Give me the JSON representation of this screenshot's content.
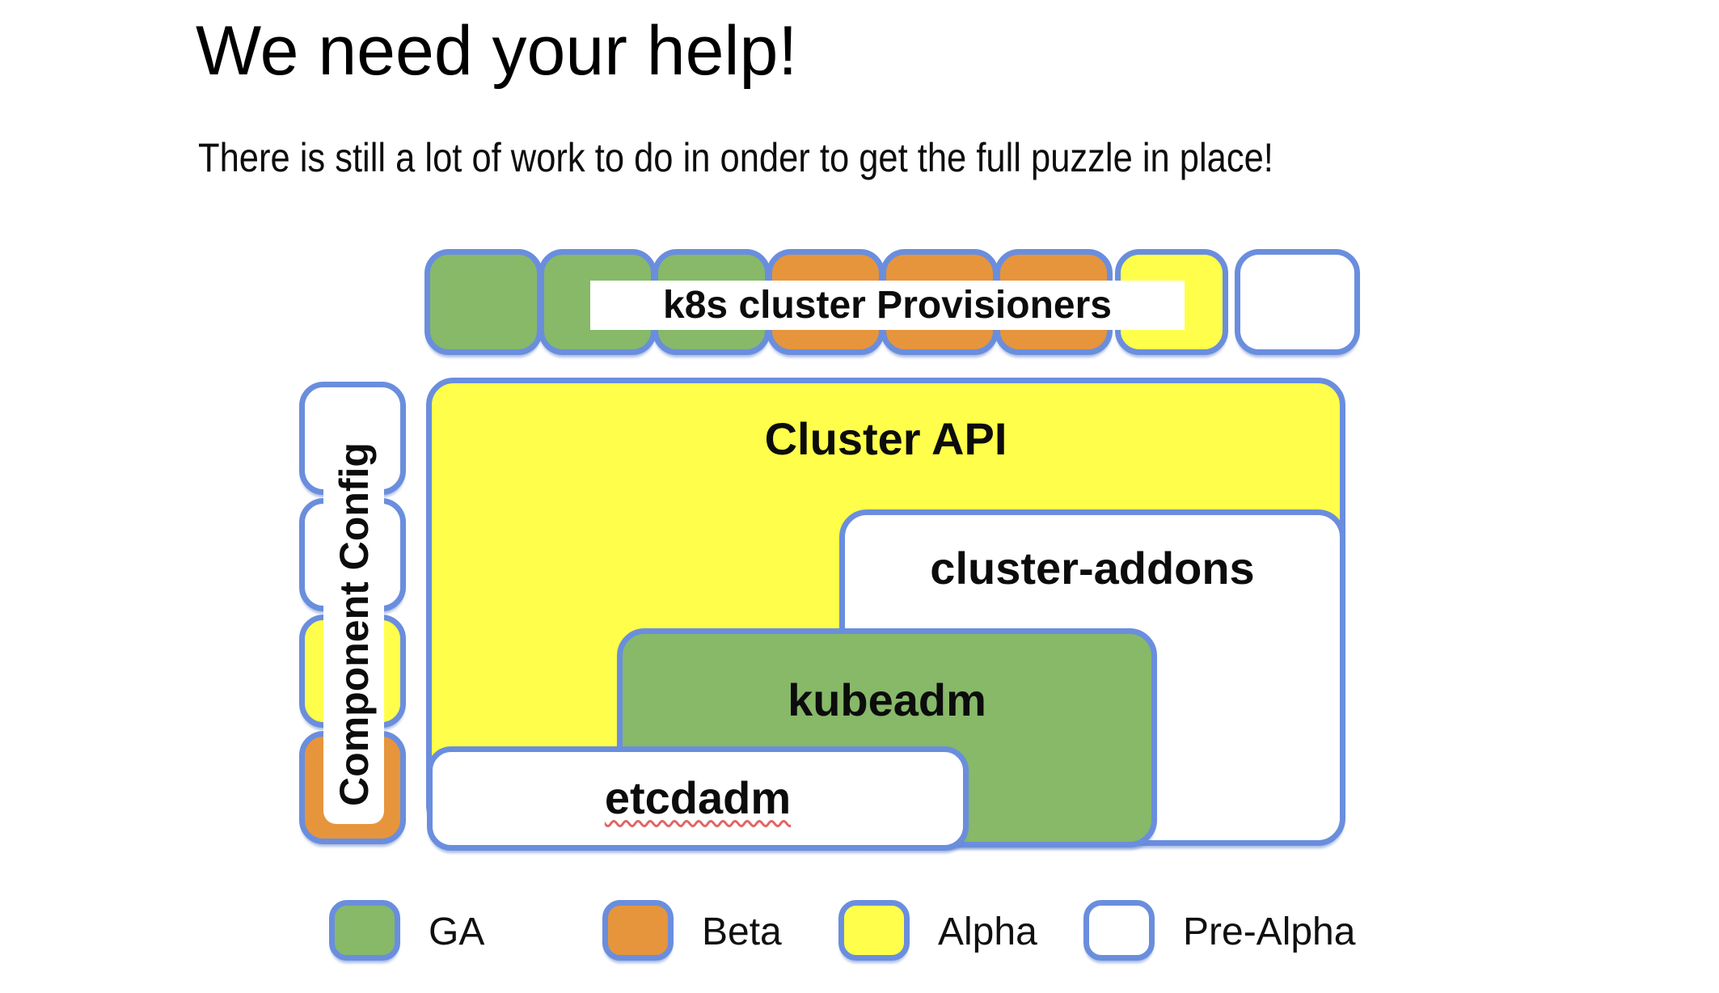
{
  "slide": {
    "title": "We need your help!",
    "subtitle": "There is still a lot of work to do in onder to get the full puzzle in place!"
  },
  "palette": {
    "ga": "#87b969",
    "beta": "#e6953c",
    "alpha": "#ffff4b",
    "prealpha": "#ffffff",
    "border": "#6a8edd",
    "label_text": "#0c0c0c",
    "spellcheck_red": "#e06666"
  },
  "diagram": {
    "provisioners_label": "k8s cluster Provisioners",
    "provisioner_statuses": [
      "ga",
      "ga",
      "ga",
      "beta",
      "beta",
      "beta",
      "alpha",
      "prealpha"
    ],
    "component_config": {
      "label": "Component Config",
      "statuses": [
        "prealpha",
        "prealpha",
        "alpha",
        "beta"
      ]
    },
    "boxes": {
      "cluster_api": {
        "label": "Cluster API",
        "status": "alpha"
      },
      "cluster_addons": {
        "label": "cluster-addons",
        "status": "prealpha"
      },
      "kubeadm": {
        "label": "kubeadm",
        "status": "ga"
      },
      "etcdadm": {
        "label": "etcdadm",
        "status": "prealpha",
        "spellcheck_underline": true
      }
    }
  },
  "legend": {
    "items": [
      {
        "label": "GA",
        "status": "ga"
      },
      {
        "label": "Beta",
        "status": "beta"
      },
      {
        "label": "Alpha",
        "status": "alpha"
      },
      {
        "label": "Pre-Alpha",
        "status": "prealpha"
      }
    ]
  }
}
